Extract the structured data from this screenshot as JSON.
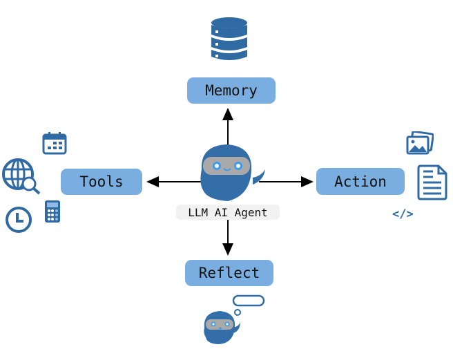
{
  "diagram": {
    "center": {
      "label": "LLM AI Agent",
      "icon": "ninja-robot-mascot"
    },
    "nodes": [
      {
        "id": "memory",
        "label": "Memory",
        "direction": "up",
        "icons": [
          "database-icon"
        ]
      },
      {
        "id": "tools",
        "label": "Tools",
        "direction": "left",
        "icons": [
          "calendar-icon",
          "globe-search-icon",
          "calculator-icon",
          "clock-icon"
        ]
      },
      {
        "id": "action",
        "label": "Action",
        "direction": "right",
        "icons": [
          "image-icon",
          "document-icon",
          "code-icon"
        ]
      },
      {
        "id": "reflect",
        "label": "Reflect",
        "direction": "down",
        "icons": [
          "thinking-mascot-icon"
        ]
      }
    ],
    "code_glyph": "</>",
    "colors": {
      "box": "#7aaee0",
      "icon": "#2f6aa3",
      "mascot_body": "#336ea8",
      "visor": "#a9a9a9",
      "eyes": "#3d9cf0",
      "arrow": "#000000"
    }
  }
}
